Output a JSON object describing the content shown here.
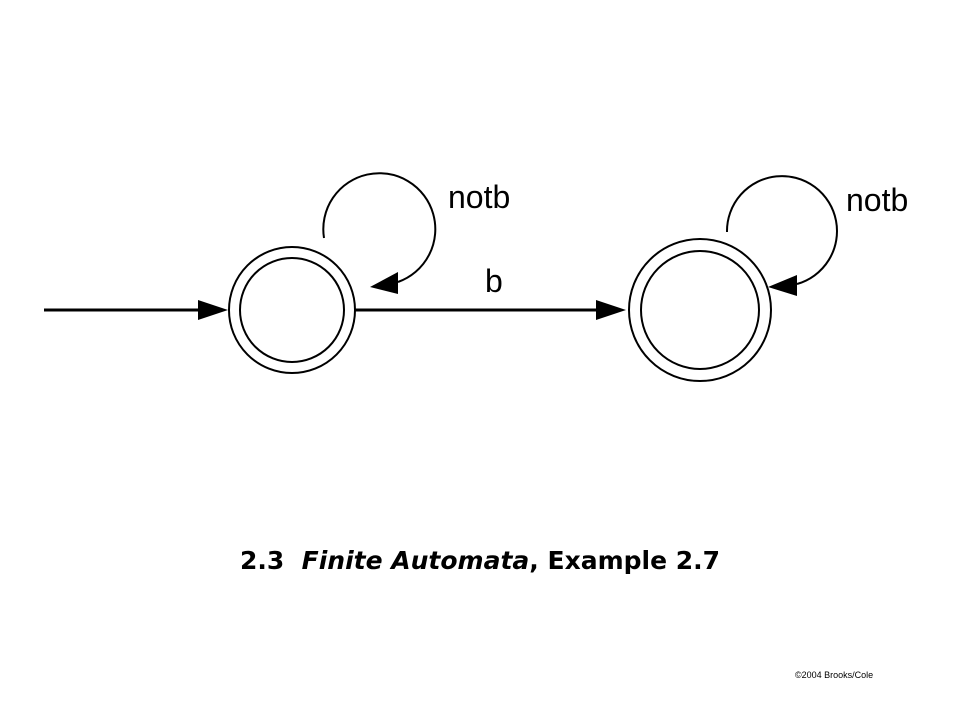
{
  "diagram": {
    "type": "finite-automaton",
    "states": [
      {
        "id": "q0",
        "accepting": true,
        "initial": true
      },
      {
        "id": "q1",
        "accepting": true,
        "initial": false
      }
    ],
    "transitions": [
      {
        "from": "q0",
        "to": "q0",
        "label": "notb"
      },
      {
        "from": "q0",
        "to": "q1",
        "label": "b"
      },
      {
        "from": "q1",
        "to": "q1",
        "label": "notb"
      }
    ],
    "stroke_color": "#000000"
  },
  "caption": {
    "section": "2.3",
    "topic": "Finite Automata",
    "example": ", Example 2.7"
  },
  "copyright": "©2004 Brooks/Cole"
}
